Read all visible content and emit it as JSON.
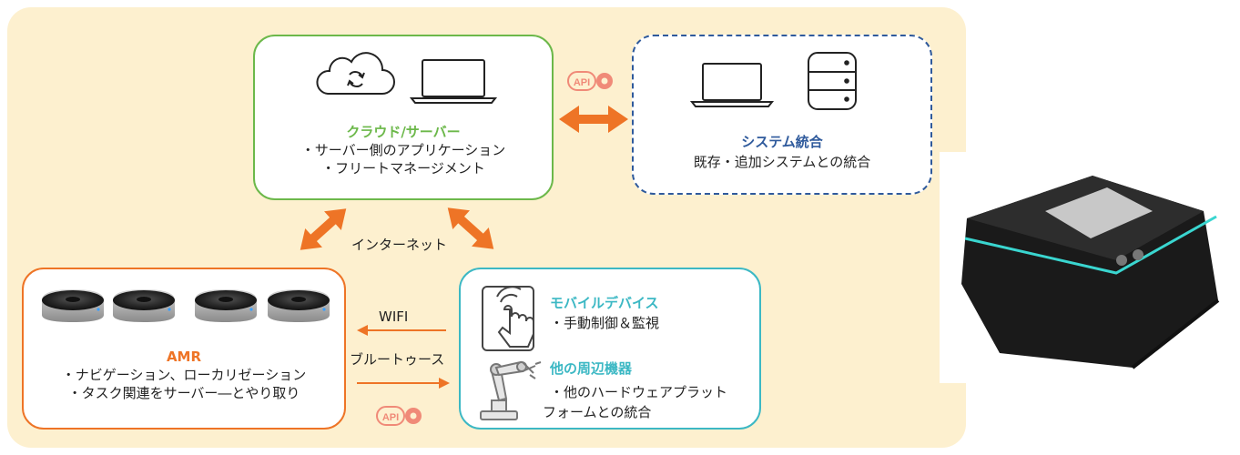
{
  "colors": {
    "background": "#fdf0cf",
    "cloud_border": "#6cb84a",
    "cloud_title": "#6cb84a",
    "system_border": "#2f5a9c",
    "system_title": "#2f5a9c",
    "amr_border": "#ee7426",
    "amr_title": "#ee7426",
    "device_border": "#3cb8c4",
    "device_title": "#3cb8c4",
    "arrow": "#ee7426",
    "api_badge": "#f08a78"
  },
  "cloud": {
    "title": "クラウド/サーバー",
    "line1": "・サーバー側のアプリケーション",
    "line2": "・フリートマネージメント",
    "icons": [
      "cloud-sync-icon",
      "laptop-icon"
    ]
  },
  "system": {
    "title": "システム統合",
    "line1": "既存・追加システムとの統合",
    "icons": [
      "laptop-icon",
      "database-icon"
    ]
  },
  "amr": {
    "title": "AMR",
    "line1": "・ナビゲーション、ローカリゼーション",
    "line2": "・タスク関連をサーバー―とやり取り",
    "robot_count": 4
  },
  "mobile": {
    "title": "モバイルデバイス",
    "line1": "・手動制御＆監視",
    "icon": "tablet-touch-icon"
  },
  "peripheral": {
    "title": "他の周辺機器",
    "line1": "・他のハードウェアプラット",
    "line2": "フォームとの統合",
    "icon": "robot-arm-icon"
  },
  "connections": {
    "internet": "インターネット",
    "wifi": "WIFI",
    "bluetooth": "ブルートゥース",
    "api_label": "API"
  }
}
